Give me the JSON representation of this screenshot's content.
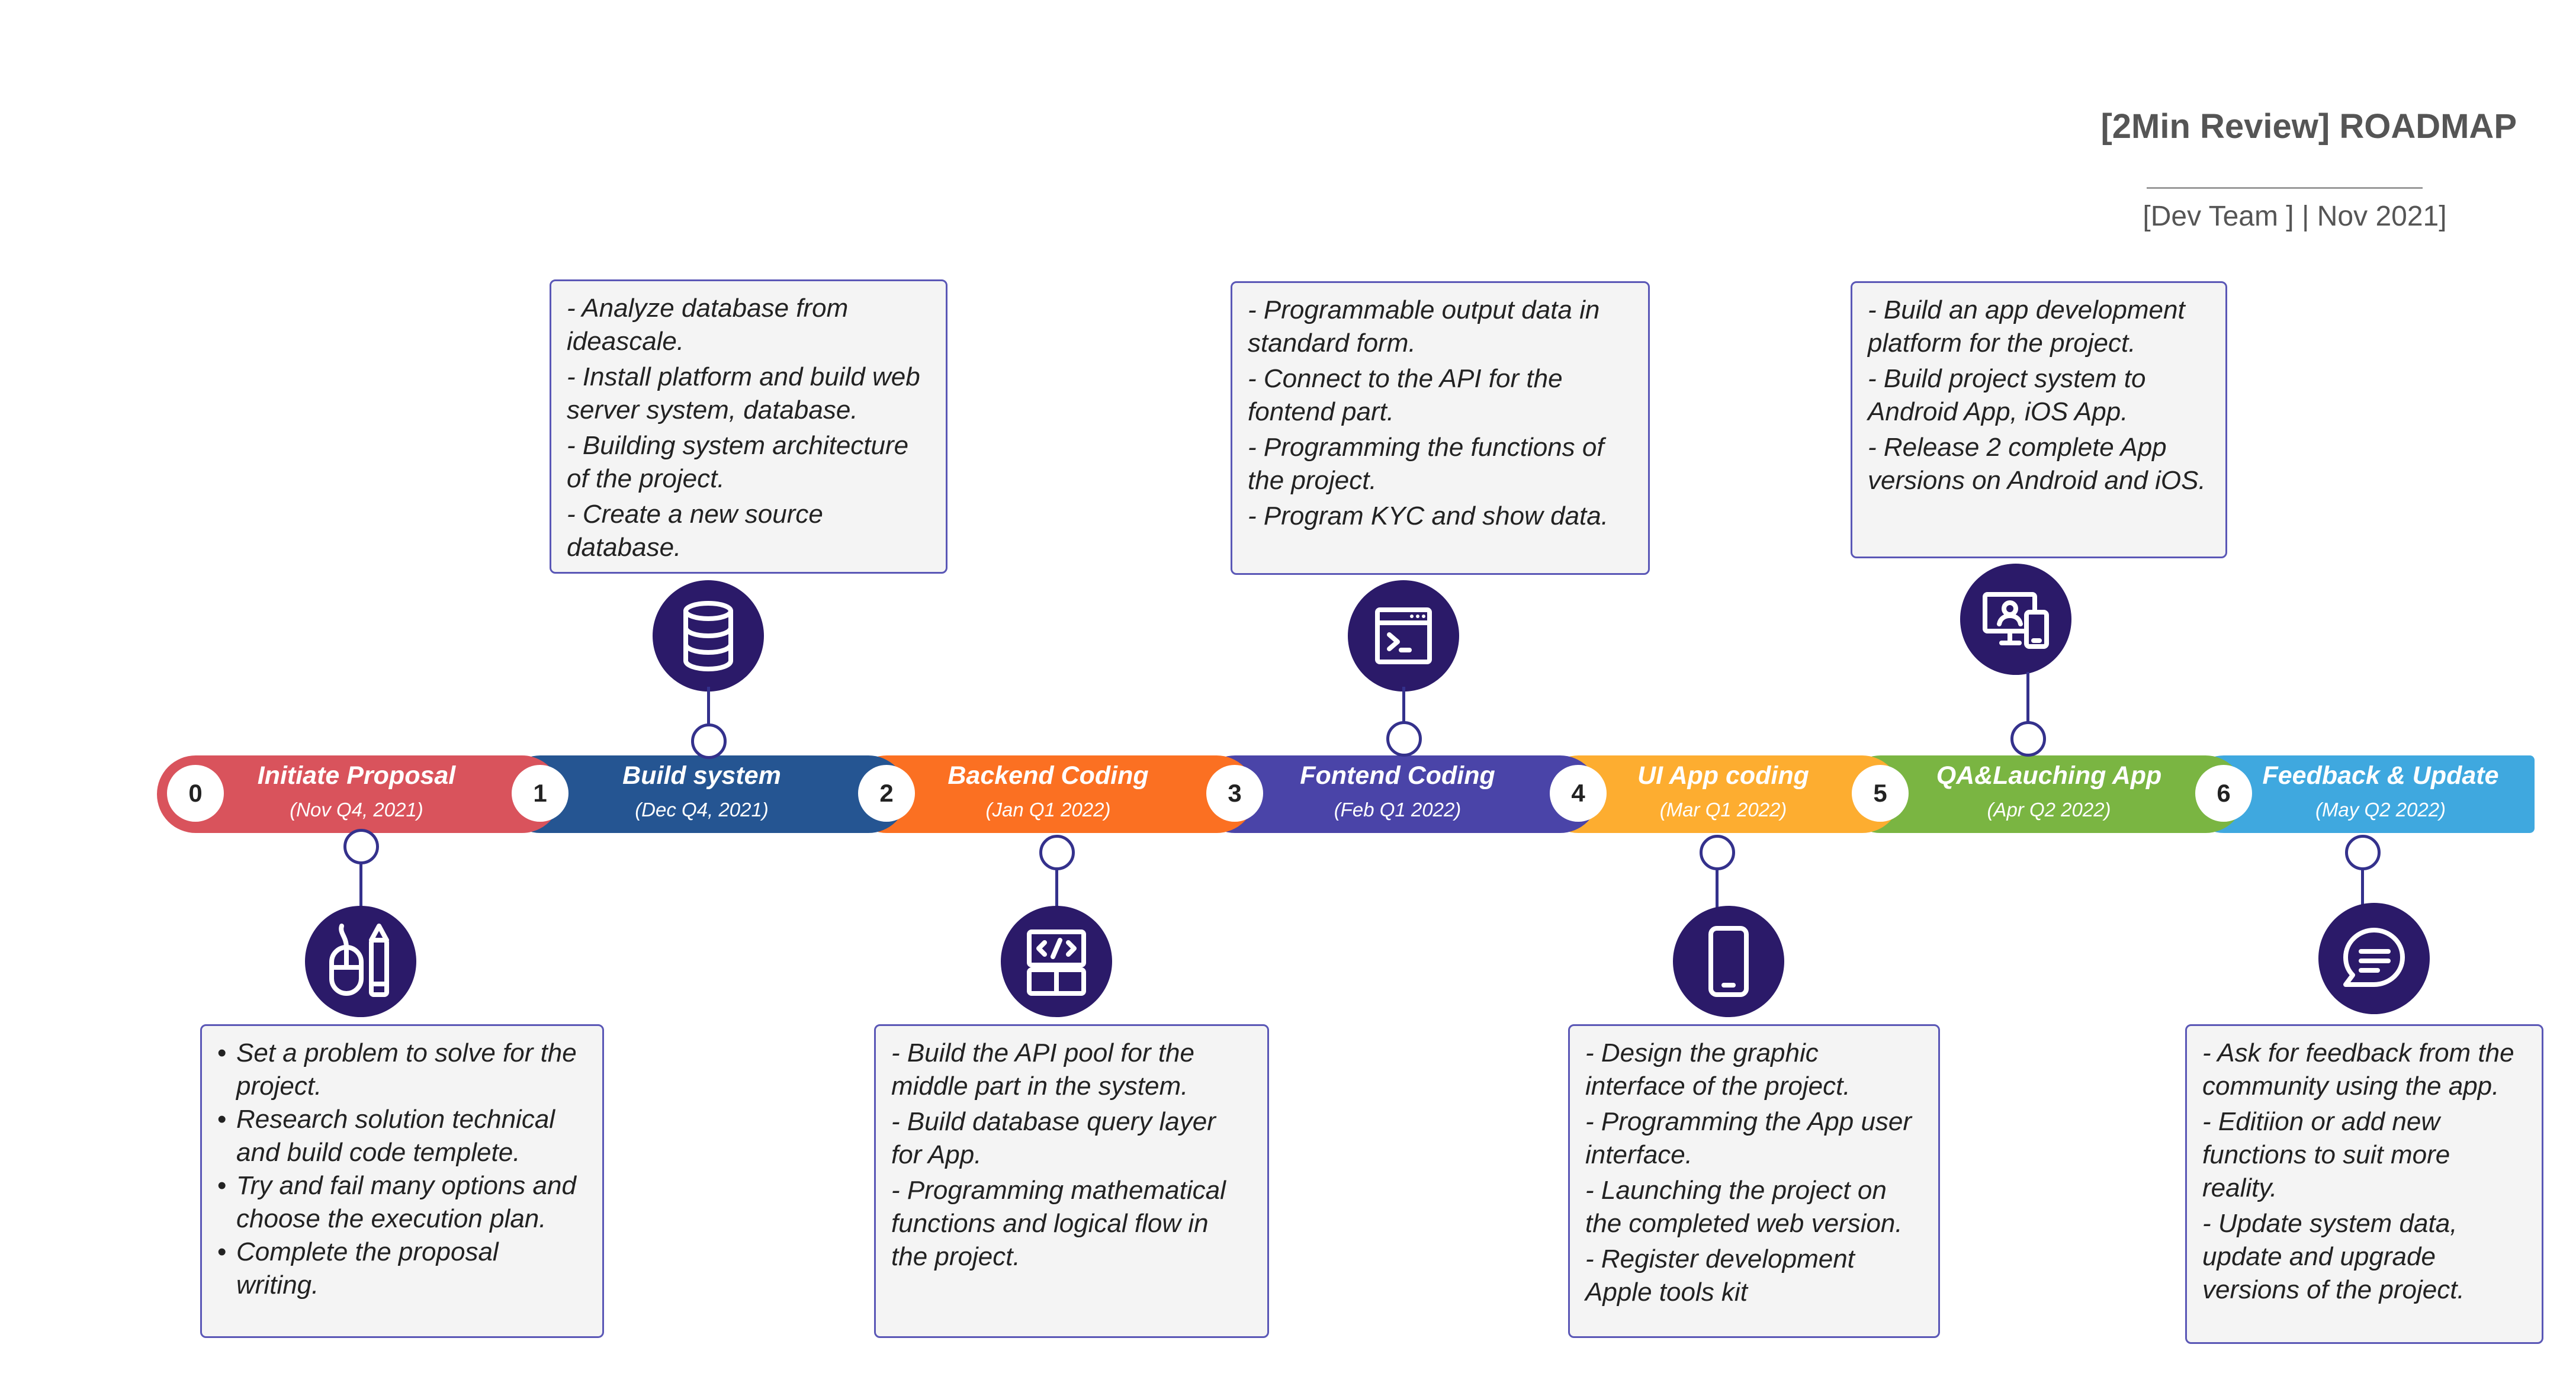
{
  "header": {
    "title": "[2Min Review] ROADMAP",
    "subtitle": "[Dev Team ] | Nov 2021]"
  },
  "colors": {
    "icon_bg": "#2b1a69",
    "connector": "#34318c",
    "note_border": "#5a57b6",
    "note_bg": "#f4f4f4"
  },
  "phases": [
    {
      "num": "0",
      "title": "Initiate Proposal",
      "date": "(Nov Q4, 2021)",
      "color": "#d9535c",
      "icon": "mouse-pencil-icon",
      "notes": [
        "Set a problem to solve for the project.",
        "Research solution technical and build code templete.",
        "Try and fail many options and choose the execution plan.",
        "Complete the proposal writing."
      ]
    },
    {
      "num": "1",
      "title": "Build system",
      "date": "(Dec Q4, 2021)",
      "color": "#255592",
      "icon": "database-icon",
      "notes": [
        "- Analyze database from ideascale.",
        "- Install platform and build web server system, database.",
        "- Building system architecture of the project.",
        "- Create a new source database."
      ]
    },
    {
      "num": "2",
      "title": "Backend Coding",
      "date": "(Jan Q1 2022)",
      "color": "#fb7022",
      "icon": "code-window-icon",
      "notes": [
        "- Build the API pool for the middle part in the system.",
        "- Build database query layer for App.",
        "- Programming mathematical functions and logical flow in the project."
      ]
    },
    {
      "num": "3",
      "title": "Fontend Coding",
      "date": "(Feb Q1 2022)",
      "color": "#4a44a8",
      "icon": "terminal-window-icon",
      "notes": [
        "- Programmable output data in standard form.",
        "- Connect to the API for the fontend part.",
        "- Programming the functions of the project.",
        "- Program KYC and show data."
      ]
    },
    {
      "num": "4",
      "title": "UI App coding",
      "date": "(Mar Q1 2022)",
      "color": "#fdad30",
      "icon": "smartphone-icon",
      "notes": [
        "- Design the graphic interface of the project.",
        "- Programming the App user interface.",
        "- Launching the project on the completed web version.",
        "- Register development Apple tools kit"
      ]
    },
    {
      "num": "5",
      "title": "QA&Lauching App",
      "date": "(Apr Q2 2022)",
      "color": "#7ab542",
      "icon": "devices-user-icon",
      "notes": [
        "- Build an app development platform for the project.",
        "- Build project system to Android App, iOS App.",
        "- Release 2 complete App versions on Android and iOS."
      ]
    },
    {
      "num": "6",
      "title": "Feedback & Update",
      "date": "(May Q2 2022)",
      "color": "#3fa8df",
      "icon": "chat-bubble-icon",
      "notes": [
        "- Ask for feedback from the community using the app.",
        "- Editiion or add new functions to suit more reality.",
        "- Update system data, update and upgrade versions of the project."
      ]
    }
  ]
}
